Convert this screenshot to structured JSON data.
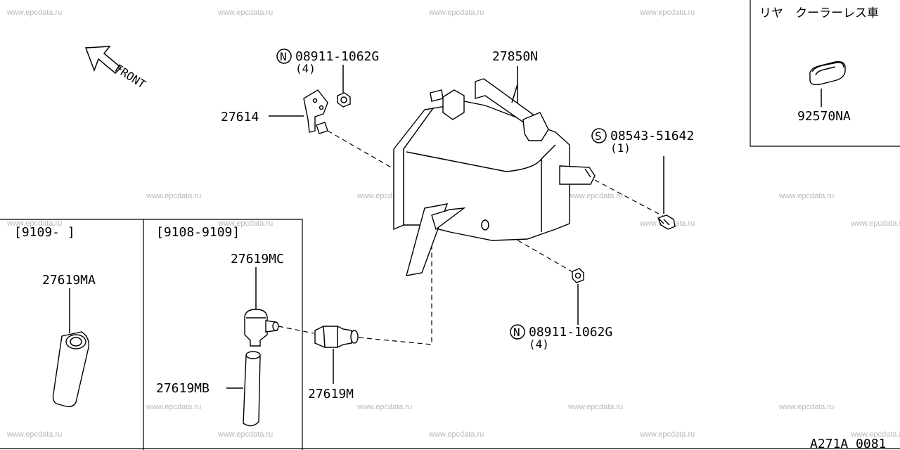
{
  "watermark": "www.epcdata.ru",
  "front_label": "FRONT",
  "parts": {
    "bolt_top": {
      "code": "08911-1062G",
      "qty": "(4)",
      "prefix": "N"
    },
    "bolt_bottom": {
      "code": "08911-1062G",
      "qty": "(4)",
      "prefix": "N"
    },
    "screw": {
      "code": "08543-51642",
      "qty": "(1)",
      "prefix": "S"
    },
    "tank": "27850N",
    "bracket": "27614",
    "hose_ma": "27619MA",
    "hose_mc": "27619MC",
    "hose_mb": "27619MB",
    "connector_m": "27619M",
    "plug": "92570NA"
  },
  "inset_rear": {
    "title": "リヤ　クーラーレス車"
  },
  "inset_left": {
    "title": "[9109-      ]"
  },
  "inset_mid": {
    "title": "[9108-9109]"
  },
  "diagram_id": "A271A 0081"
}
